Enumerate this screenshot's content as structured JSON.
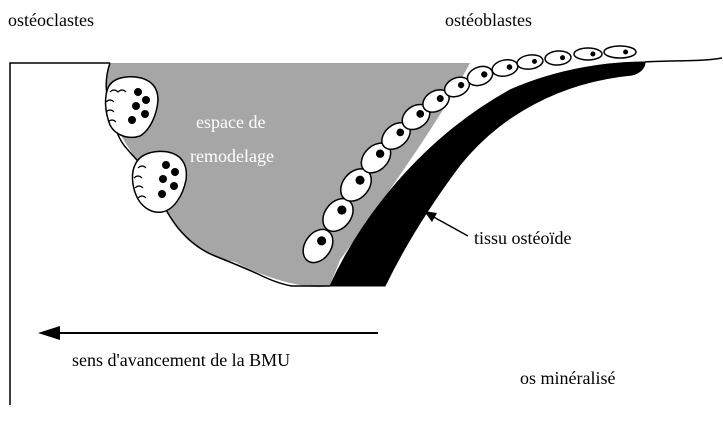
{
  "labels": {
    "osteoclasts": "ostéoclastes",
    "osteoblasts": "ostéoblastes",
    "remodeling_space_line1": "espace de",
    "remodeling_space_line2": "remodelage",
    "osteoid_tissue": "tissu ostéoïde",
    "direction": "sens d'avancement de la BMU",
    "mineralized_bone": "os minéralisé"
  },
  "colors": {
    "remodeling_space": "#a6a6a6",
    "osteoid": "#000000",
    "line": "#000000",
    "cell_fill": "#ffffff"
  }
}
